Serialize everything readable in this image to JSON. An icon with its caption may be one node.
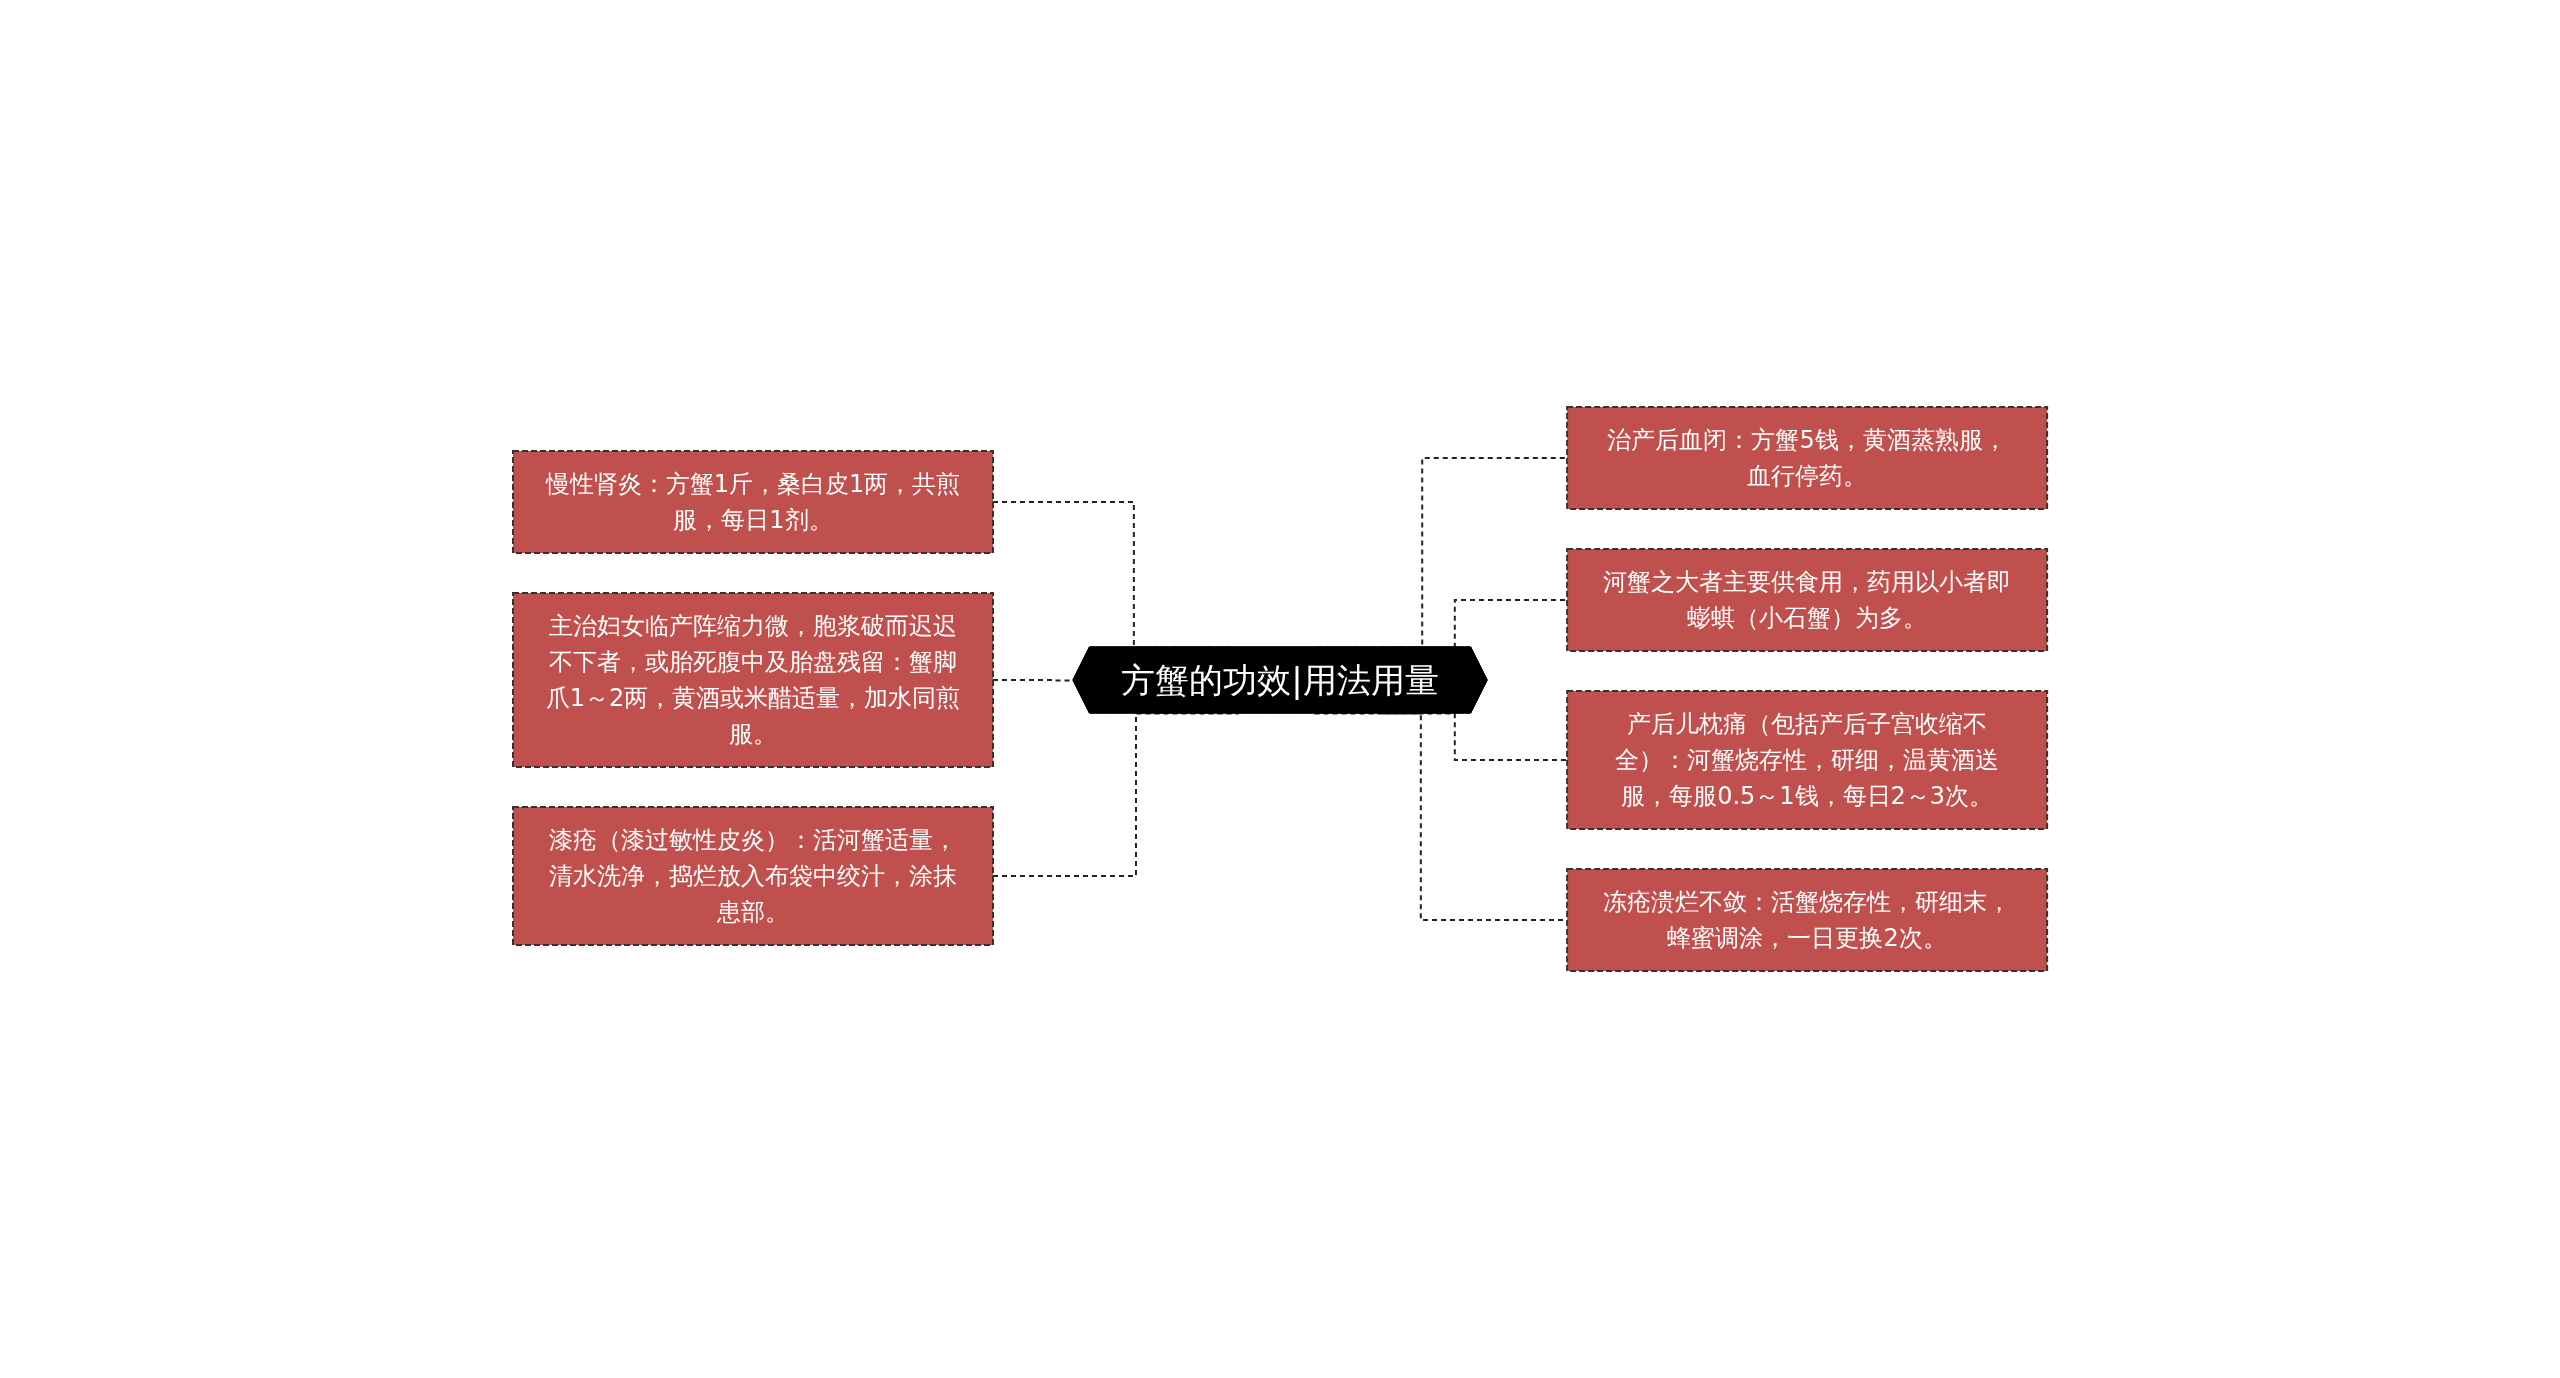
{
  "diagram": {
    "nodes": [
      {
        "text": [
          "方蟹的功效|用法用量"
        ]
      },
      {
        "text": [
          "慢性肾炎：方蟹1斤，桑白皮1两，共煎服，每日1剂。"
        ]
      },
      {
        "text": [
          "主治妇女临产阵缩力微，胞浆破而迟迟不下者，或胎死腹中及胎盘残留：蟹脚爪1～2两，黄酒或米醋适量，加水同煎服。"
        ]
      },
      {
        "text": [
          "漆疮（漆过敏性皮炎）：活河蟹适量，清水洗净，捣烂放入布袋中绞汁，涂抹患部。"
        ]
      },
      {
        "text": [
          "治产后血闭：方蟹5钱，黄酒蒸熟服，血行停药。"
        ]
      },
      {
        "text": [
          "河蟹之大者主要供食用，药用以小者即蟛蜞（小石蟹）为多。"
        ]
      },
      {
        "text": [
          "产后儿枕痛（包括产后子宫收缩不全）：河蟹烧存性，研细，温黄酒送服，每服0.5～1钱，每日2～3次。"
        ]
      },
      {
        "text": [
          "冻疮溃烂不敛：活蟹烧存性，研细末，蜂蜜调涂，一日更换2次。"
        ]
      }
    ],
    "edges": [
      {
        "from": 1,
        "to": 0,
        "arrow": "none",
        "style": "dashed"
      },
      {
        "from": 2,
        "to": 0,
        "arrow": "none",
        "style": "dashed"
      },
      {
        "from": 3,
        "to": 0,
        "arrow": "none",
        "style": "dashed"
      },
      {
        "from": 0,
        "to": 4,
        "arrow": "none",
        "style": "dashed"
      },
      {
        "from": 0,
        "to": 5,
        "arrow": "none",
        "style": "dashed"
      },
      {
        "from": 0,
        "to": 6,
        "arrow": "none",
        "style": "dashed"
      },
      {
        "from": 0,
        "to": 7,
        "arrow": "none",
        "style": "dashed"
      }
    ]
  }
}
